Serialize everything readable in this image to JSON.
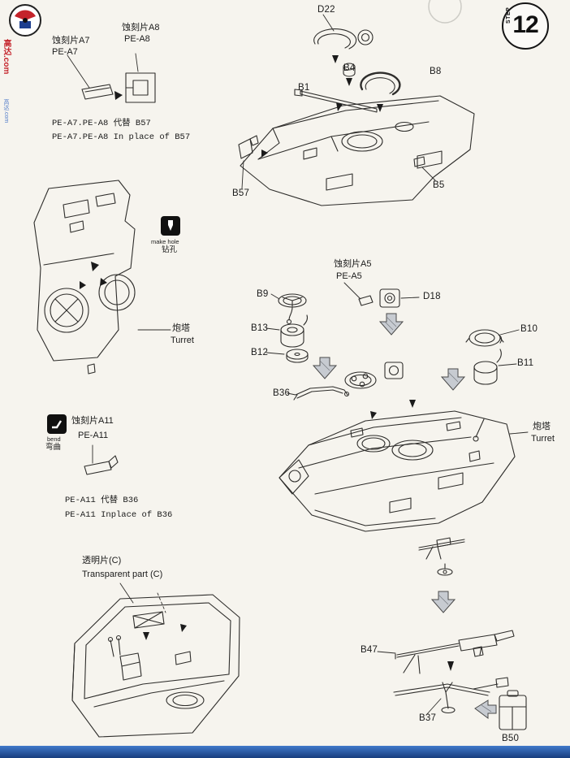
{
  "page": {
    "step": {
      "label": "STEP",
      "number": "12"
    },
    "watermark": {
      "red": "高达.com",
      "blue": "高达.com"
    }
  },
  "notes": {
    "pe_a8_cn": "蚀刻片A8",
    "pe_a8_en": "PE-A8",
    "pe_a7_cn": "蚀刻片A7",
    "pe_a7_en": "PE-A7",
    "replace_b57_line1": "PE-A7.PE-A8  代替 B57",
    "replace_b57_line2": "PE-A7.PE-A8  In place of B57",
    "make_hole_en": "make hole",
    "make_hole_cn": "钻孔",
    "turret_cn": "炮塔",
    "turret_en": "Turret",
    "pe_a5_cn": "蚀刻片A5",
    "pe_a5_en": "PE-A5",
    "pe_a11_cn": "蚀刻片A11",
    "pe_a11_en": "PE-A11",
    "bend_en": "bend",
    "bend_cn": "弯曲",
    "replace_b36_line1": "PE-A11 代替 B36",
    "replace_b36_line2": "PE-A11  Inplace of  B36",
    "transparent_cn": "透明片(C)",
    "transparent_en": "Transparent part (C)"
  },
  "parts": {
    "D22": "D22",
    "B4": "B4",
    "B8": "B8",
    "B1": "B1",
    "B57": "B57",
    "B5": "B5",
    "B9": "B9",
    "B13": "B13",
    "B12": "B12",
    "B36": "B36",
    "D18": "D18",
    "B10": "B10",
    "B11": "B11",
    "B47": "B47",
    "B37": "B37",
    "B50": "B50"
  }
}
